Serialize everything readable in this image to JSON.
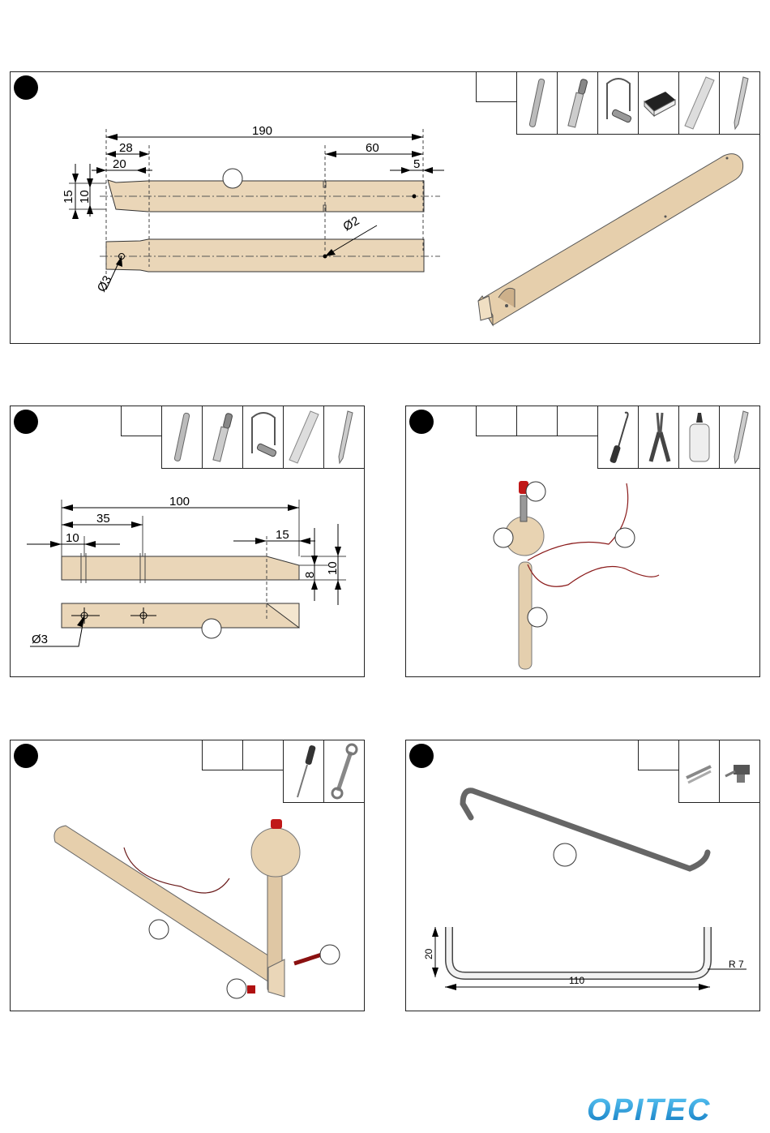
{
  "panel1": {
    "dims": {
      "total": "190",
      "a": "28",
      "b": "20",
      "c": "60",
      "d": "5",
      "h1": "15",
      "h2": "10",
      "dia2": "Ø2",
      "dia3": "Ø3"
    },
    "tools": [
      "drill-icon",
      "file-icon",
      "fretsaw-icon",
      "sanding-block-icon",
      "ruler-icon",
      "pencil-icon"
    ]
  },
  "panel2": {
    "dims": {
      "total": "100",
      "a": "35",
      "b": "10",
      "c": "15",
      "h1": "8",
      "h2": "10",
      "dia": "Ø3"
    },
    "tools": [
      "drill-icon",
      "file-icon",
      "fretsaw-icon",
      "ruler-icon",
      "pencil-icon"
    ]
  },
  "panel3": {
    "tools": [
      "soldering-iron-icon",
      "wire-stripper-icon",
      "glue-bottle-icon",
      "pencil-icon"
    ]
  },
  "panel4": {
    "tools": [
      "screwdriver-icon",
      "wrench-icon"
    ]
  },
  "panel5": {
    "dims": {
      "width": "110",
      "height": "20",
      "radius": "R 7"
    },
    "tools": [
      "bending-pliers-icon",
      "vise-icon"
    ]
  },
  "brand": {
    "logo_text": "OPITEC",
    "logo_color": "#1a9ad6"
  }
}
